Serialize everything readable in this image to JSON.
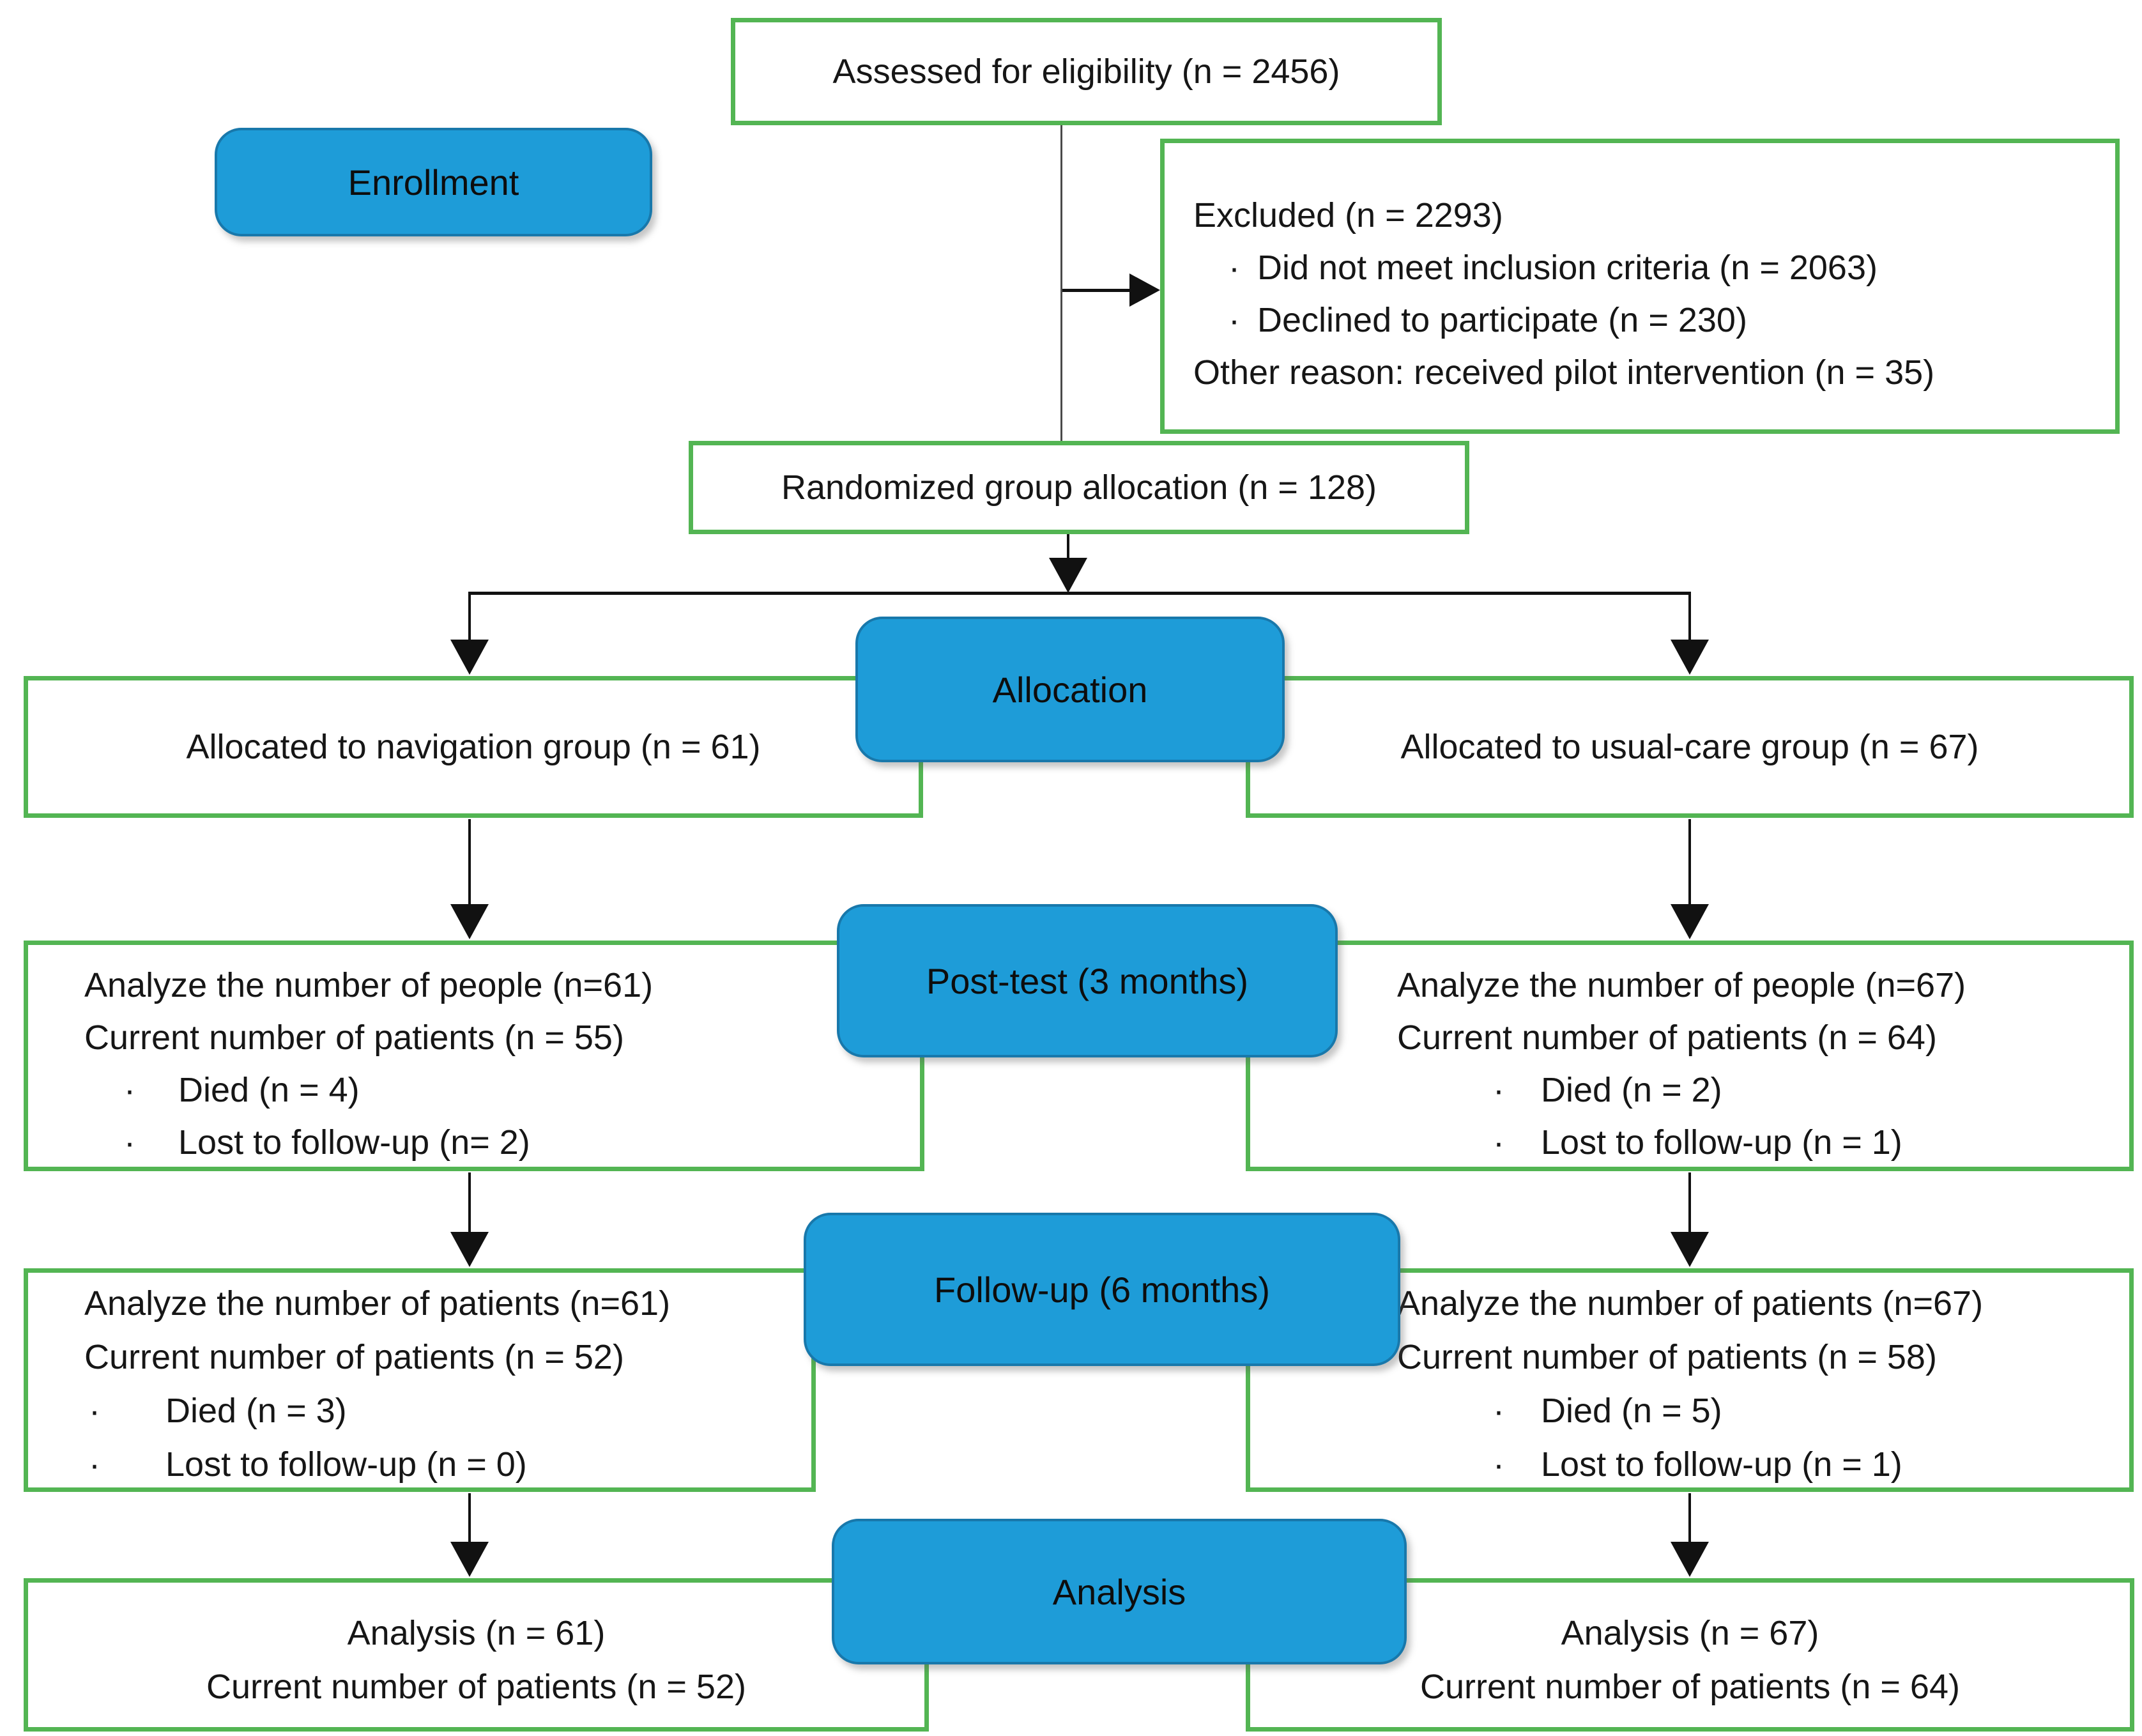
{
  "colors": {
    "green_border": "#53b553",
    "blue_fill": "#1e9cd8",
    "blue_border": "#1878ab",
    "line": "#111111"
  },
  "glyphs": {
    "bullet": "·"
  },
  "stages": {
    "enrollment": "Enrollment",
    "allocation": "Allocation",
    "posttest": "Post-test (3 months)",
    "followup": "Follow-up (6 months)",
    "analysis": "Analysis"
  },
  "boxes": {
    "assessed": "Assessed for eligibility (n = 2456)",
    "excluded": {
      "title": "Excluded (n = 2293)",
      "bullet1": "Did not meet inclusion criteria (n = 2063)",
      "bullet2": "Declined to participate (n = 230)",
      "other": "Other reason: received pilot intervention (n = 35)"
    },
    "randomized": "Randomized group allocation (n = 128)",
    "alloc_left": "Allocated to navigation group (n = 61)",
    "alloc_right": "Allocated to usual-care group (n = 67)",
    "posttest_left": {
      "line1": "Analyze the number of people (n=61)",
      "line2": "Current number of patients (n = 55)",
      "bullet1": "Died (n = 4)",
      "bullet2": "Lost to follow-up (n= 2)"
    },
    "posttest_right": {
      "line1": "Analyze the number of people (n=67)",
      "line2": "Current number of patients (n = 64)",
      "bullet1": "Died (n = 2)",
      "bullet2": "Lost to follow-up (n = 1)"
    },
    "followup_left": {
      "line1": "Analyze the number of patients (n=61)",
      "line2": "Current number of patients (n = 52)",
      "bullet1": "Died (n = 3)",
      "bullet2": "Lost to follow-up (n = 0)"
    },
    "followup_right": {
      "line1": "Analyze the number of patients (n=67)",
      "line2": "Current number of patients (n = 58)",
      "bullet1": "Died (n = 5)",
      "bullet2": "Lost to follow-up (n = 1)"
    },
    "analysis_left": {
      "line1": "Analysis (n = 61)",
      "line2": "Current number of patients (n = 52)"
    },
    "analysis_right": {
      "line1": "Analysis (n = 67)",
      "line2": "Current number of patients (n = 64)"
    }
  }
}
